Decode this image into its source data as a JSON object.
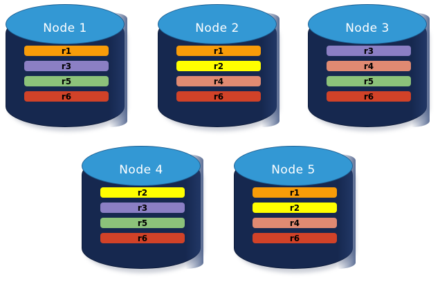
{
  "diagram": {
    "type": "replica-placement-diagram",
    "background_color": "#ffffff",
    "node_body_color": "#16284f",
    "node_top_color": "#3398d4",
    "node_label_color": "#ffffff"
  },
  "replica_colors": {
    "r1": "#f89c09",
    "r2": "#ffff00",
    "r3": "#8b7fc4",
    "r4": "#e08a72",
    "r5": "#8cc27a",
    "r6": "#d14228"
  },
  "nodes": [
    {
      "id": "node-1",
      "label": "Node  1",
      "replicas": [
        {
          "label": "r1",
          "color": "#f89c09"
        },
        {
          "label": "r3",
          "color": "#8b7fc4"
        },
        {
          "label": "r5",
          "color": "#8cc27a"
        },
        {
          "label": "r6",
          "color": "#d14228"
        }
      ]
    },
    {
      "id": "node-2",
      "label": "Node  2",
      "replicas": [
        {
          "label": "r1",
          "color": "#f89c09"
        },
        {
          "label": "r2",
          "color": "#ffff00"
        },
        {
          "label": "r4",
          "color": "#e08a72"
        },
        {
          "label": "r6",
          "color": "#d14228"
        }
      ]
    },
    {
      "id": "node-3",
      "label": "Node  3",
      "replicas": [
        {
          "label": "r3",
          "color": "#8b7fc4"
        },
        {
          "label": "r4",
          "color": "#e08a72"
        },
        {
          "label": "r5",
          "color": "#8cc27a"
        },
        {
          "label": "r6",
          "color": "#d14228"
        }
      ]
    },
    {
      "id": "node-4",
      "label": "Node  4",
      "replicas": [
        {
          "label": "r2",
          "color": "#ffff00"
        },
        {
          "label": "r3",
          "color": "#8b7fc4"
        },
        {
          "label": "r5",
          "color": "#8cc27a"
        },
        {
          "label": "r6",
          "color": "#d14228"
        }
      ]
    },
    {
      "id": "node-5",
      "label": "Node  5",
      "replicas": [
        {
          "label": "r1",
          "color": "#f89c09"
        },
        {
          "label": "r2",
          "color": "#ffff00"
        },
        {
          "label": "r4",
          "color": "#e08a72"
        },
        {
          "label": "r6",
          "color": "#d14228"
        }
      ]
    }
  ]
}
